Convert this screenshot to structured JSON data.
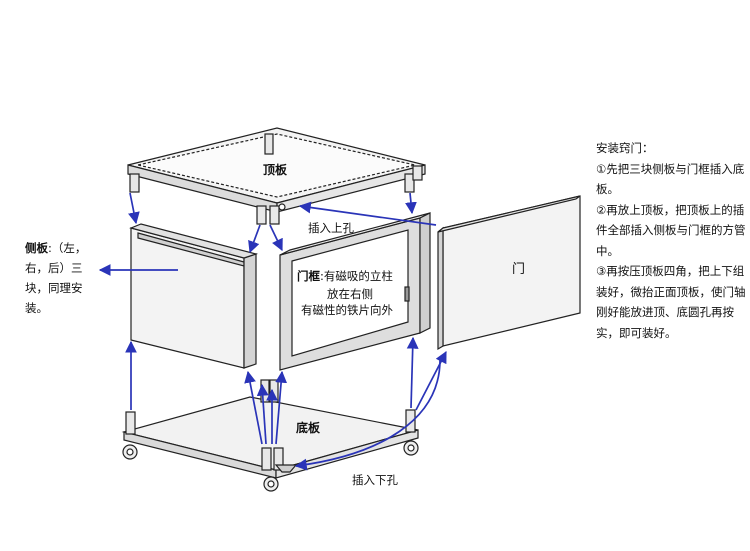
{
  "labels": {
    "top_panel": "顶板",
    "bottom_panel": "底板",
    "door": "门",
    "insert_top_hole": "插入上孔",
    "insert_bottom_hole": "插入下孔",
    "door_frame_title": "门框",
    "door_frame_line1": ":有磁吸的立柱",
    "door_frame_line2": "放在右侧",
    "door_frame_line3": "有磁性的铁片向外"
  },
  "side_note": {
    "title": "侧板",
    "text": ":（左，右，后）三块，同理安装。"
  },
  "instructions": {
    "title": "安装窍门：",
    "steps": [
      "①先把三块侧板与门框插入底板。",
      "②再放上顶板，把顶板上的插件全部插入侧板与门框的方管中。",
      "③再按压顶板四角，把上下组装好，微抬正面顶板，使门轴刚好能放进顶、底圆孔再按实，即可装好。"
    ]
  },
  "colors": {
    "arrow": "#2a34b8",
    "line": "#222222",
    "panel_fill": "#eeeeee",
    "panel_side": "#d8d8d8"
  }
}
